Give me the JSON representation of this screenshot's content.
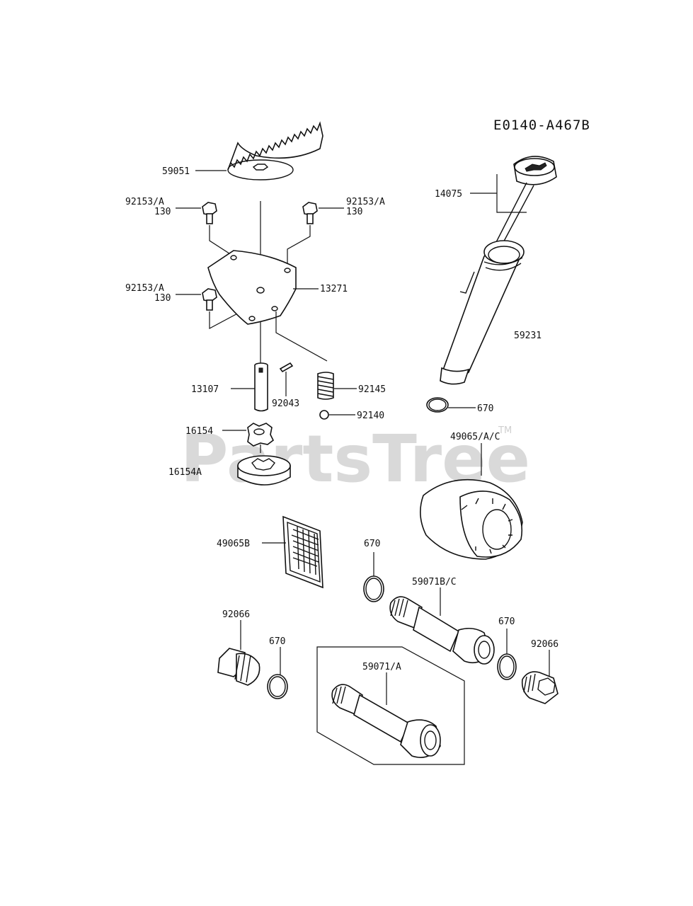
{
  "diagram": {
    "code": "E0140-A467B",
    "watermark": "PartsTree",
    "watermark_tm": "TM",
    "callouts": {
      "gear": "59051",
      "bolt_left_top": "92153/A",
      "bolt_left_top_sub": "130",
      "bolt_right_top": "92153/A",
      "bolt_right_top_sub": "130",
      "bolt_left_mid": "92153/A",
      "bolt_left_mid_sub": "130",
      "plate": "13271",
      "shaft": "13107",
      "pin": "92043",
      "spring": "92145",
      "ball": "92140",
      "inner_rotor": "16154",
      "outer_rotor": "16154A",
      "dipstick": "14075",
      "filler_tube": "59231",
      "oring_tube": "670",
      "oil_filter": "49065/A/C",
      "screen": "49065B",
      "oring_mid": "670",
      "pipe_bc": "59071B/C",
      "oring_right": "670",
      "plug_right": "92066",
      "plug_left": "92066",
      "oring_left": "670",
      "pipe_a": "59071/A"
    }
  }
}
